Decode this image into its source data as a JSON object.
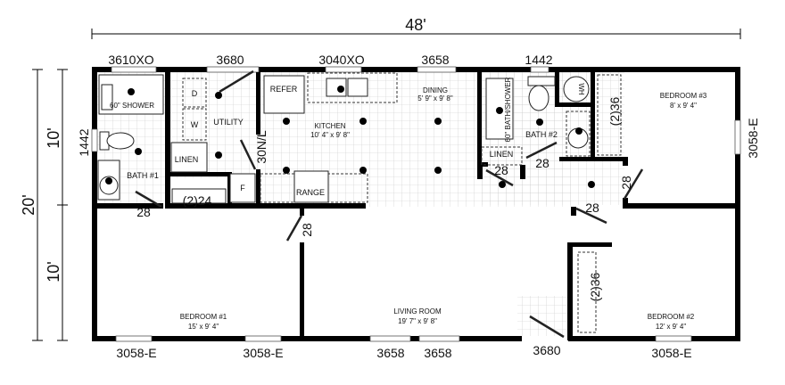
{
  "dimensions": {
    "width": "48'",
    "depth": "20'",
    "half_top": "10'",
    "half_bottom": "10'"
  },
  "windows": {
    "top": [
      "3610XO",
      "3680",
      "3040XO",
      "3658",
      "1442"
    ],
    "left": "1442",
    "right": "3058-E",
    "bottom": [
      "3058-E",
      "3058-E",
      "3658",
      "3658",
      "3680",
      "3058-E"
    ]
  },
  "rooms": {
    "bedroom1": {
      "name": "BEDROOM #1",
      "size": "15' x 9' 4\""
    },
    "living": {
      "name": "LIVING ROOM",
      "size": "19' 7\" x 9' 8\""
    },
    "bedroom2": {
      "name": "BEDROOM #2",
      "size": "12' x 9' 4\""
    },
    "bedroom3": {
      "name": "BEDROOM #3",
      "size": "8' x 9' 4\""
    },
    "dining": {
      "name": "DINING",
      "size": "5' 9\" x 9' 8\""
    },
    "kitchen": {
      "name": "KITCHEN",
      "size": "10' 4\" x 9' 8\""
    },
    "utility": {
      "name": "UTILITY"
    },
    "bath1": {
      "name": "BATH #1"
    },
    "bath2": {
      "name": "BATH #2"
    }
  },
  "fixtures": {
    "shower": "60\" SHOWER",
    "bath_shower": "60\" BATH/SHOWER",
    "linen1": "LINEN",
    "linen2": "LINEN",
    "dryer": "D",
    "washer": "W",
    "freezer": "F",
    "refer": "REFER",
    "range": "RANGE",
    "water_heater": "WH",
    "closet_24": "(2)24",
    "closet_36a": "(2)36",
    "closet_36b": "(2)36",
    "pantry_door": "30N/L"
  },
  "doors": [
    "28",
    "28",
    "28",
    "28",
    "28",
    "28"
  ]
}
